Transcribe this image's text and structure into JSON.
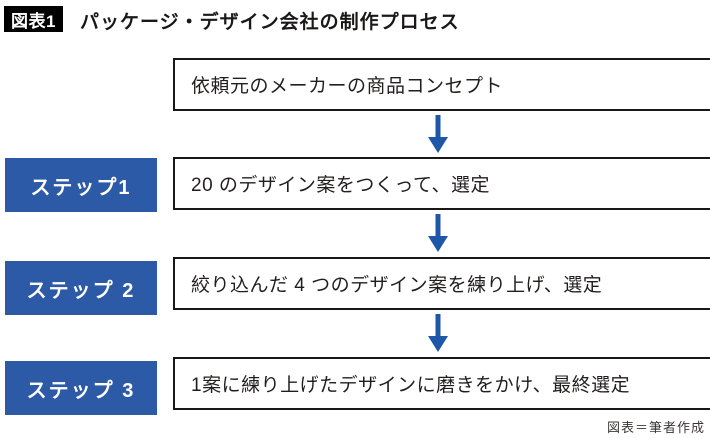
{
  "header": {
    "badge": "図表1",
    "title": "パッケージ・デザイン会社の制作プロセス"
  },
  "flow": {
    "source_box": "依頼元のメーカーの商品コンセプト",
    "steps": [
      {
        "label": "ステップ1",
        "text": "20 のデザイン案をつくって、選定"
      },
      {
        "label": "ステップ 2",
        "text": "絞り込んだ 4 つのデザイン案を練り上げ、選定"
      },
      {
        "label": "ステップ 3",
        "text": "1案に練り上げたデザインに磨きをかけ、最終選定"
      }
    ]
  },
  "caption": "図表＝筆者作成",
  "colors": {
    "step_label_bg": "#2d5aa6",
    "arrow_blue": "#1f57a8",
    "badge_bg": "#000000",
    "border_black": "#1a1717"
  }
}
